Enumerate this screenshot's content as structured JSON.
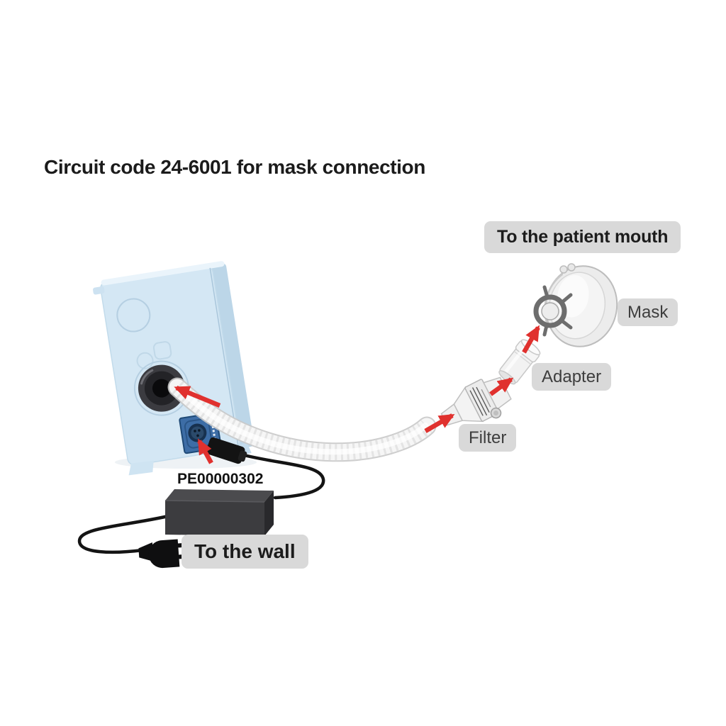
{
  "title": "Circuit code 24-6001 for mask connection",
  "callouts": {
    "patient_mouth": "To the patient mouth",
    "mask": "Mask",
    "adapter": "Adapter",
    "filter": "Filter",
    "wall": "To the wall"
  },
  "power_supply": {
    "part_number": "PE00000302"
  },
  "icons": {
    "flow_arrow": "red-arrow",
    "wall_plug": "two-prong-plug",
    "power_inlet": "din-connector-port",
    "air_outlet": "round-dark-port"
  },
  "colors": {
    "arrow_red": "#e0312e",
    "device_blue": "#d4e7f4",
    "device_blue_side": "#bcd6e8",
    "label_gray_bg": "#d9d9d9",
    "power_port_blue": "#3d6da6",
    "brick_dark": "#3c3c3f",
    "cable_black": "#141414",
    "text_dark": "#1b1b1b"
  }
}
